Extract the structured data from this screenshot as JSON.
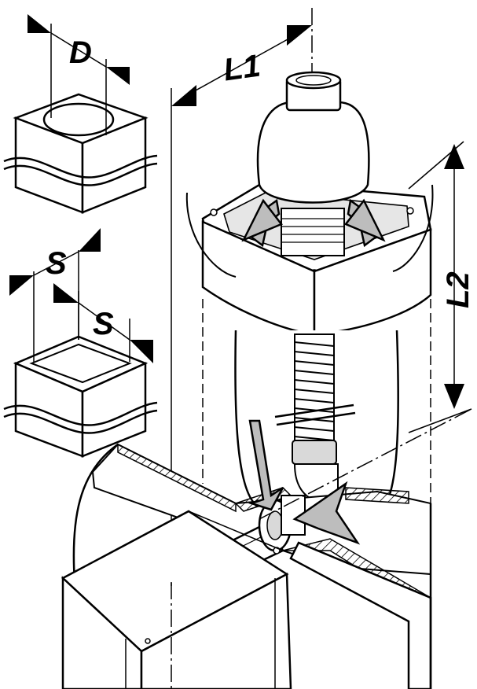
{
  "labels": {
    "diameter": "D",
    "side_a": "S",
    "side_b": "S",
    "length_horizontal": "L1",
    "length_vertical": "L2"
  },
  "colors": {
    "line": "#000000",
    "background": "#ffffff",
    "shade": "#d9d9d9",
    "pipe_shade": "#bdbdbd"
  }
}
